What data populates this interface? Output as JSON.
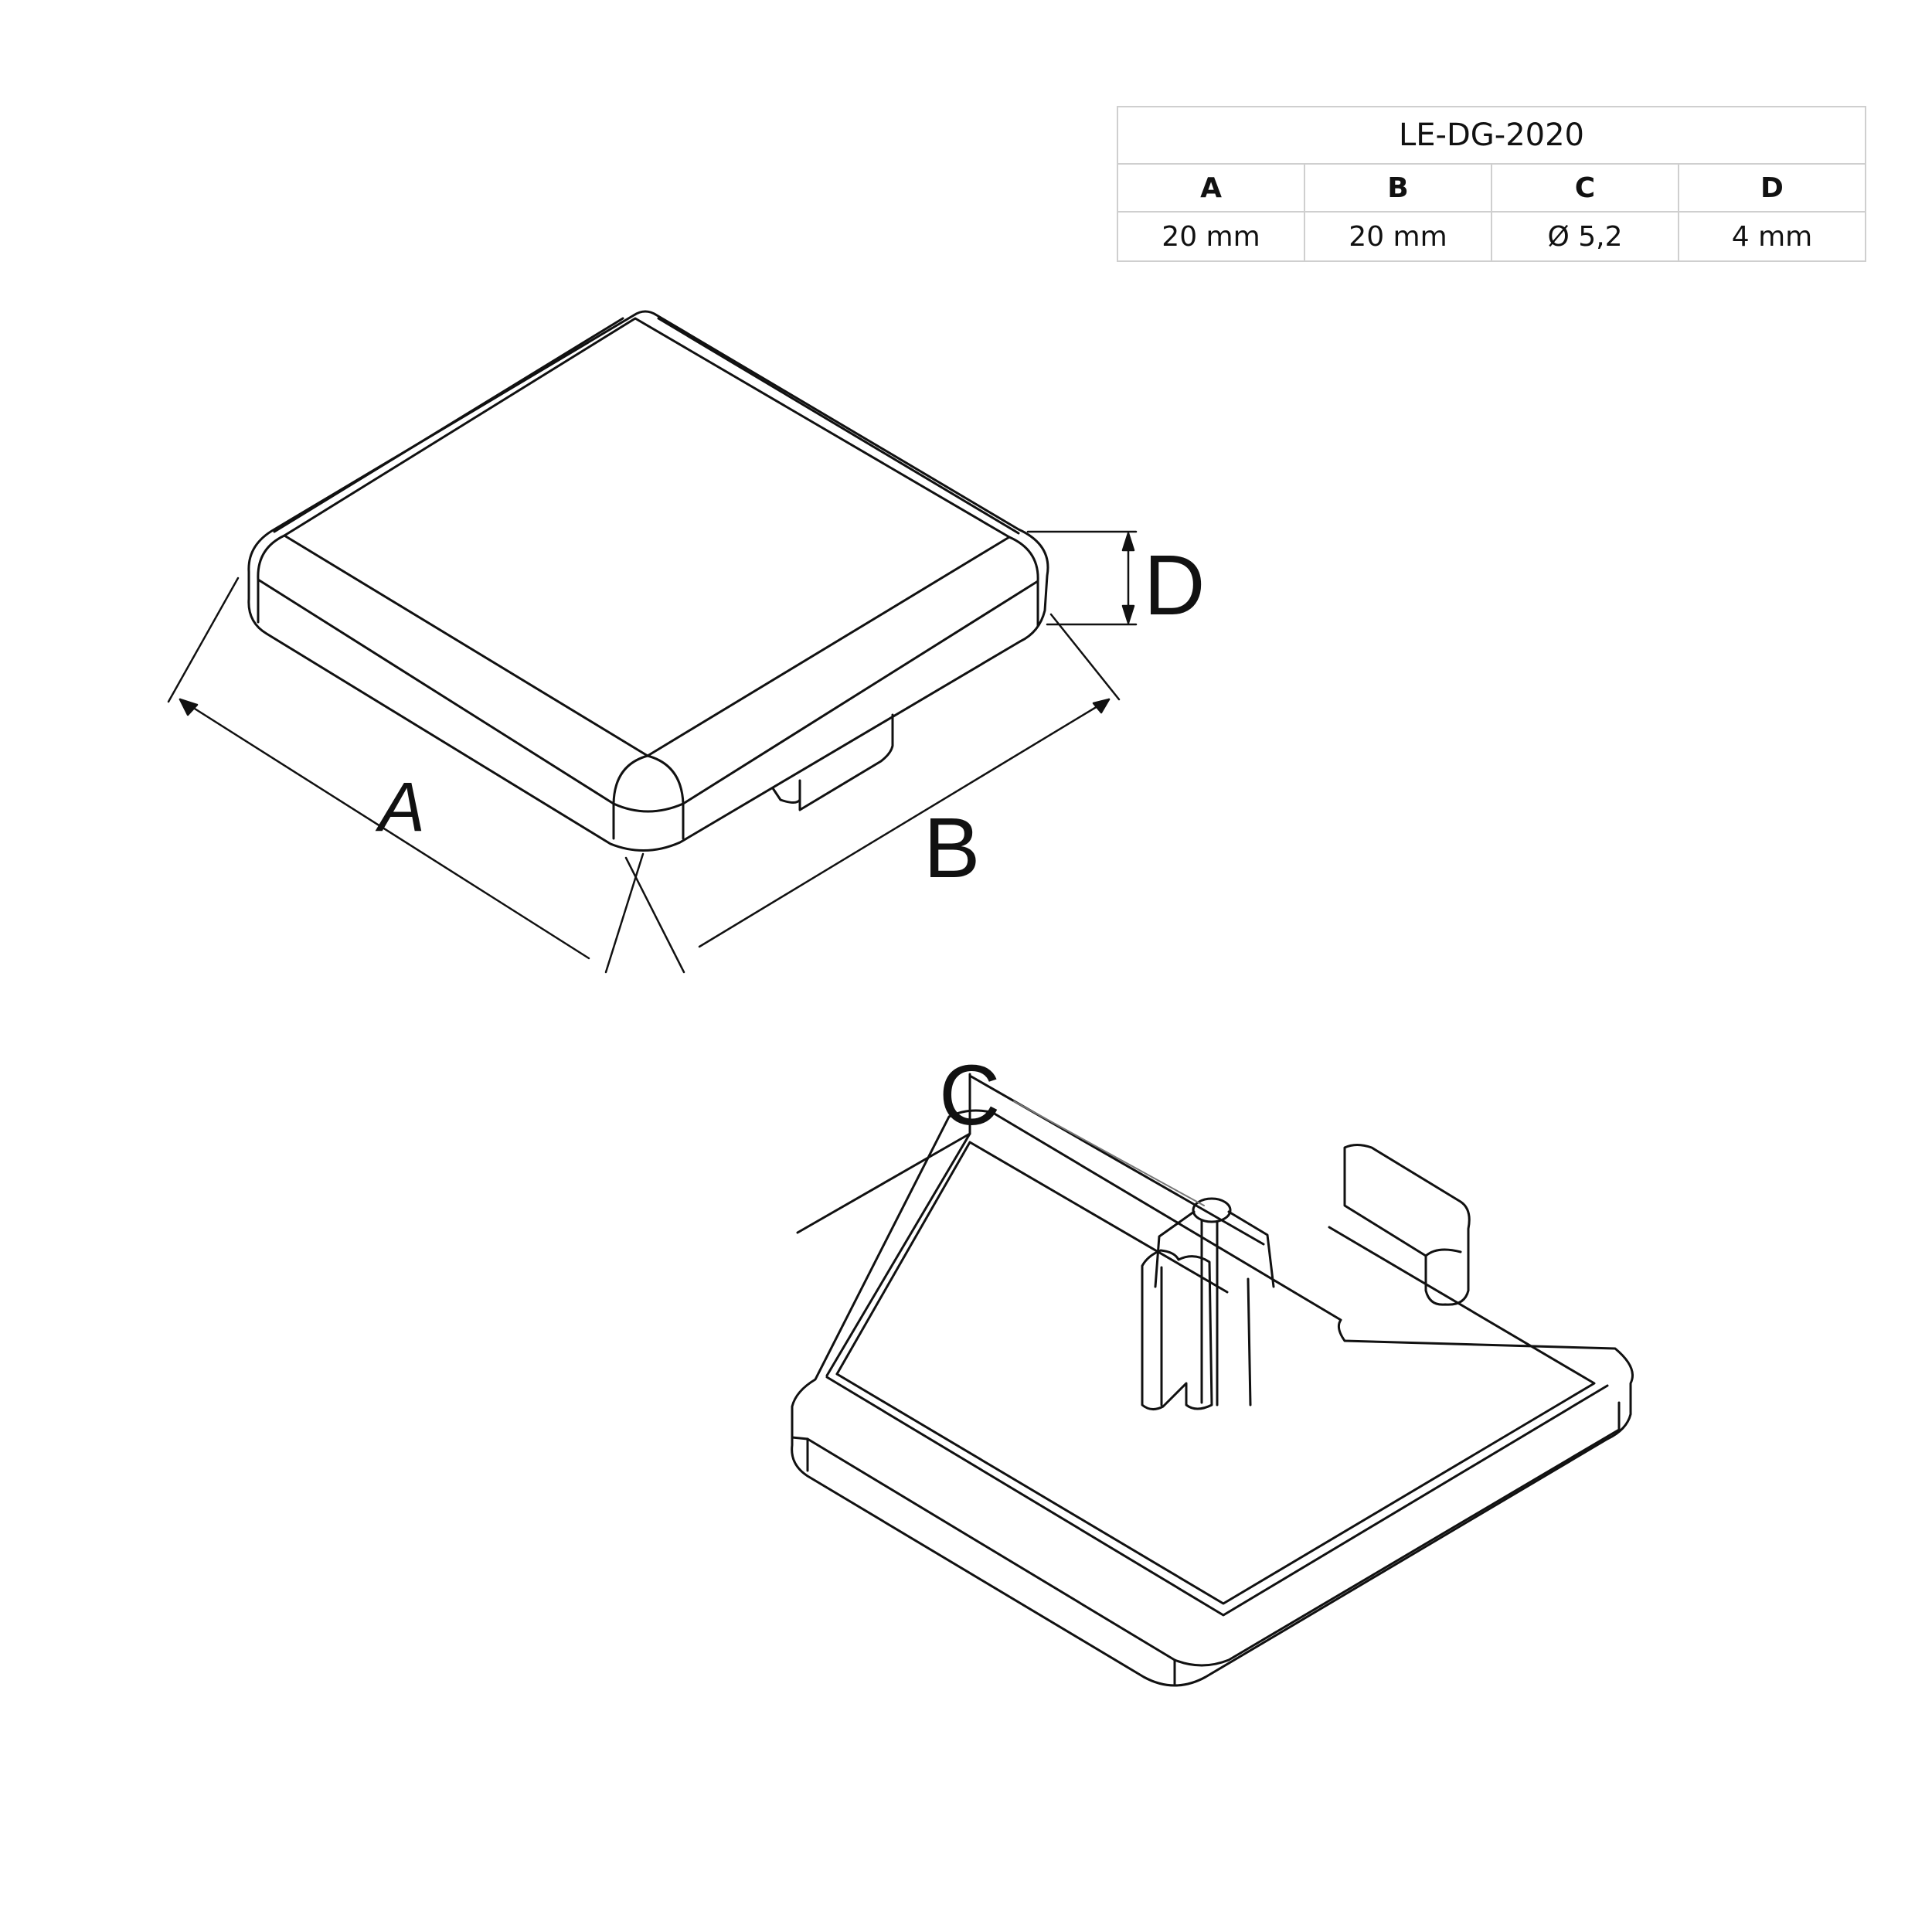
{
  "spec_table": {
    "model": "LE-DG-2020",
    "columns": [
      "A",
      "B",
      "C",
      "D"
    ],
    "values": [
      "20 mm",
      "20 mm",
      "Ø 5,2",
      "4 mm"
    ]
  },
  "top_view": {
    "labels": {
      "a": "A",
      "b": "B",
      "d": "D"
    }
  },
  "bottom_view": {
    "labels": {
      "c": "C"
    }
  },
  "colors": {
    "line": "#111111",
    "table_border": "#cfcfcf",
    "leader": "#777777"
  }
}
